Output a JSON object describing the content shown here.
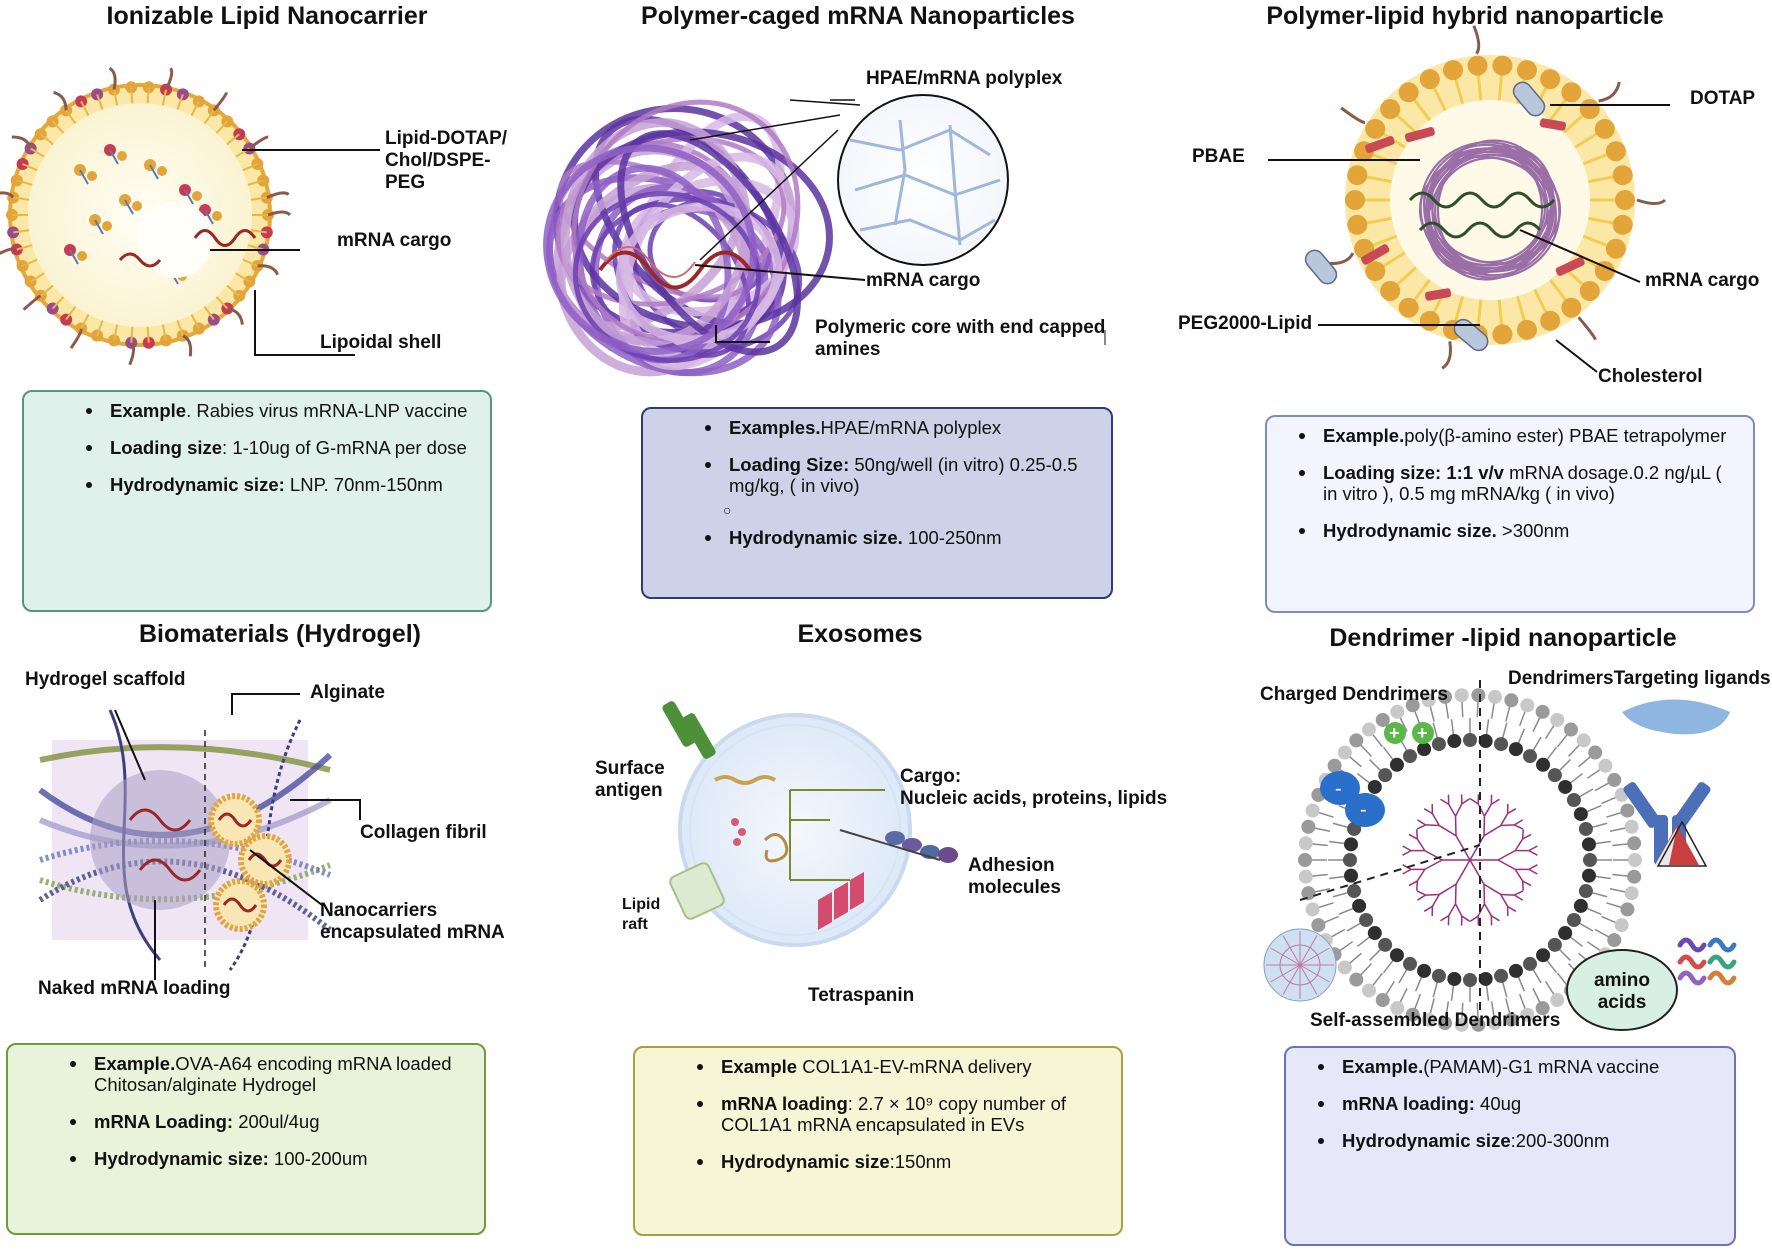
{
  "panels": {
    "lnp": {
      "title": "Ionizable Lipid  Nanocarrier",
      "labels": {
        "lipid": [
          "Lipid-DOTAP/",
          "Chol/DSPE-",
          "PEG"
        ],
        "cargo": "mRNA cargo",
        "shell": "Lipoidal shell"
      },
      "box": [
        {
          "k": "Example",
          "v": ". Rabies virus mRNA-LNP vaccine"
        },
        {
          "k": "Loading size",
          "v": ": 1-10ug of G-mRNA per dose"
        },
        {
          "k": "Hydrodynamic size:",
          "v": " LNP. 70nm-150nm"
        }
      ]
    },
    "polymer": {
      "title": "Polymer-caged mRNA Nanoparticles",
      "labels": {
        "polyplex": "HPAE/mRNA polyplex",
        "cargo": "mRNA cargo",
        "core": [
          "Polymeric core with end capped",
          "amines"
        ]
      },
      "box": [
        {
          "k": "Examples.",
          "v": "HPAE/mRNA polyplex"
        },
        {
          "k": "Loading Size:",
          "v": "  50ng/well (in vitro) 0.25-0.5 mg/kg, ( in vivo)"
        },
        {
          "k": "Hydrodynamic size.",
          "v": " 100-250nm"
        }
      ],
      "sub_mark": "○"
    },
    "hybrid": {
      "title": "Polymer-lipid hybrid nanoparticle",
      "labels": {
        "dotap": "DOTAP",
        "pbae": "PBAE",
        "cargo": "mRNA cargo",
        "peg": "PEG2000-Lipid",
        "chol": "Cholesterol"
      },
      "box": [
        {
          "k": "Example.",
          "v": "poly(β-amino ester) PBAE tetrapolymer"
        },
        {
          "k": "Loading size: 1:1 v/v",
          "v": "  mRNA dosage.0.2 ng/µL ( in vitro ), 0.5 mg mRNA/kg ( in vivo)"
        },
        {
          "k": "Hydrodynamic size.",
          "v": "  >300nm"
        }
      ]
    },
    "hydrogel": {
      "title": "Biomaterials (Hydrogel)",
      "labels": {
        "scaffold": "Hydrogel scaffold",
        "alginate": "Alginate",
        "collagen": "Collagen fibril",
        "nano": [
          "Nanocarriers",
          "encapsulated mRNA"
        ],
        "naked": "Naked mRNA loading"
      },
      "box": [
        {
          "k": "Example.",
          "v": "OVA-A64 encoding mRNA loaded Chitosan/alginate Hydrogel"
        },
        {
          "k": "mRNA Loading:",
          "v": " 200ul/4ug"
        },
        {
          "k": "Hydrodynamic  size:",
          "v": " 100-200um"
        }
      ]
    },
    "exosome": {
      "title": "Exosomes",
      "labels": {
        "antigen": [
          "Surface",
          "antigen"
        ],
        "cargo": [
          "Cargo:",
          "Nucleic acids, proteins, lipids"
        ],
        "adhesion": [
          "Adhesion",
          "molecules"
        ],
        "raft": [
          "Lipid",
          "raft"
        ],
        "tetraspanin": "Tetraspanin"
      },
      "box": [
        {
          "k": "Example",
          "v": " COL1A1-EV-mRNA delivery"
        },
        {
          "k": "mRNA  loading",
          "v": ":  2.7 × 10⁹ copy number of COL1A1 mRNA encapsulated in EVs"
        },
        {
          "k": "Hydrodynamic size",
          "v": ":150nm"
        }
      ]
    },
    "dendrimer": {
      "title": "Dendrimer -lipid  nanoparticle",
      "labels": {
        "charged": "Charged  Dendrimers",
        "targeting": "DendrimersTargeting ligands",
        "amino": [
          "amino",
          "acids"
        ],
        "self": "Self-assembled Dendrimers"
      },
      "box": [
        {
          "k": "Example.",
          "v": "(PAMAM)-G1 mRNA vaccine"
        },
        {
          "k": "mRNA loading:",
          "v": " 40ug"
        },
        {
          "k": "Hydrodynamic size",
          "v": ":200-300nm"
        }
      ]
    }
  },
  "colors": {
    "lnp_box_bg": "#e0f1ec",
    "lnp_box_border": "#4f9a7f",
    "poly_box_bg": "#cdd2e8",
    "poly_box_border": "#2f3a78",
    "hybrid_box_bg": "#f2f5fd",
    "hybrid_box_border": "#7e8ac2",
    "hydro_box_bg": "#e9f3d9",
    "hydro_box_border": "#6f9a3e",
    "exo_box_bg": "#f6f6d6",
    "exo_box_border": "#a5a042",
    "dend_box_bg": "#e6e8f9",
    "dend_box_border": "#6a72c0"
  }
}
